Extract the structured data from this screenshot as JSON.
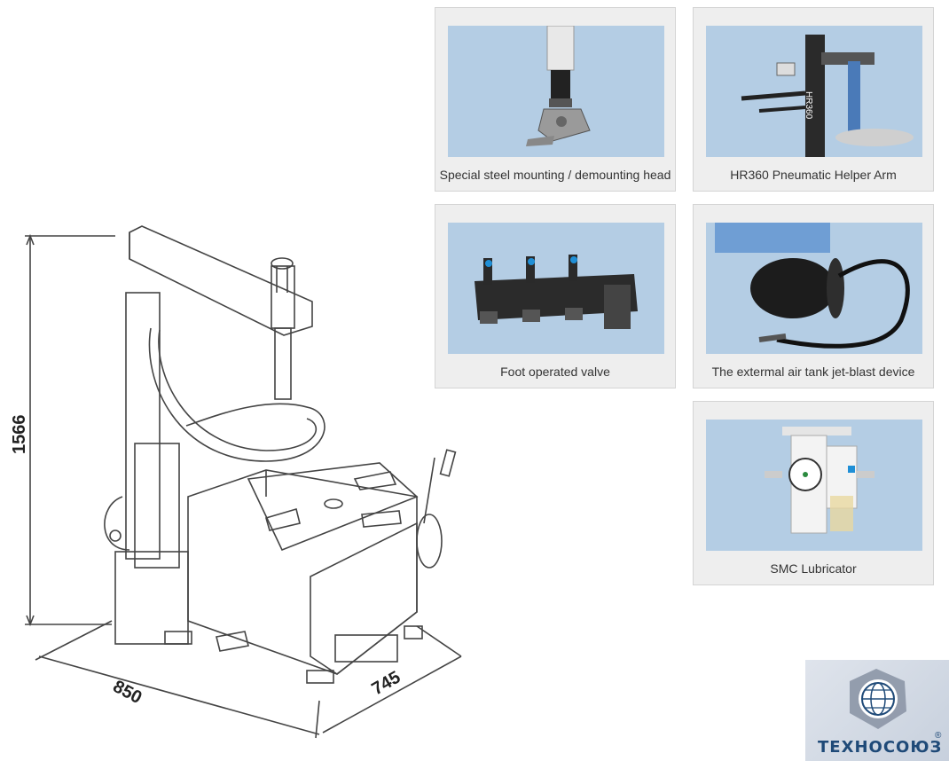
{
  "dimensions": {
    "height": "1566",
    "width": "850",
    "depth": "745"
  },
  "features": [
    {
      "caption": "Special steel mounting / demounting head",
      "icon": "mounting-head-icon"
    },
    {
      "caption": "HR360 Pneumatic Helper Arm",
      "icon": "helper-arm-icon"
    },
    {
      "caption": "Foot operated valve",
      "icon": "foot-valve-icon"
    },
    {
      "caption": "The extermal air tank jet-blast device",
      "icon": "air-tank-icon"
    },
    {
      "caption": "SMC Lubricator",
      "icon": "lubricator-icon"
    }
  ],
  "helper_arm_label": "HR360",
  "logo": {
    "brand": "ТЕХНОСОЮЗ",
    "registered": "®"
  },
  "colors": {
    "card_bg": "#eeeeee",
    "photo_bg": "#b4cde4",
    "brand": "#1f4a78"
  }
}
